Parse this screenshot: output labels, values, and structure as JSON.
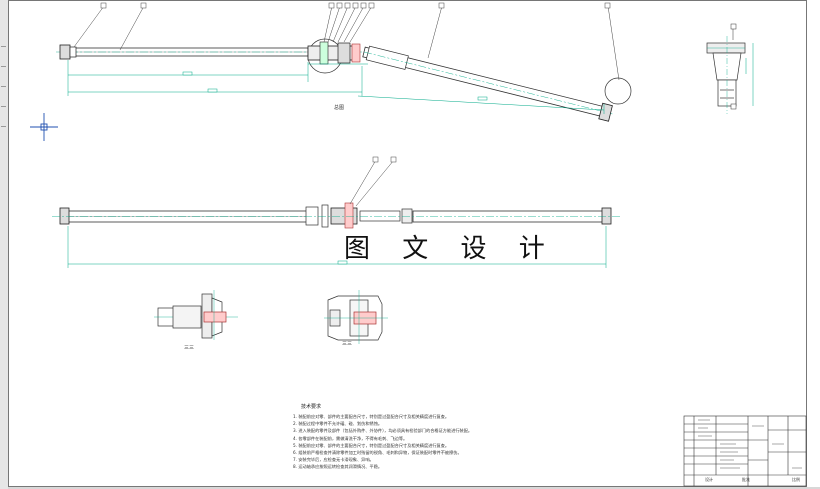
{
  "drawing": {
    "watermark": "图 文 设 计",
    "view_captions": {
      "assembly_view": "总图",
      "detail_front": "三三",
      "detail_side": "三三"
    },
    "technical_requirements": {
      "title": "技术要求",
      "notes": [
        "1. 装配前应对零、部件的主要配合尺寸，特别是过盈配合尺寸及相关精度进行复查。",
        "2. 装配过程中零件不允许磕、碰、划伤和锈蚀。",
        "3. 进入装配的零件及部件（包括外购件、外协件），均必须具有检验部门的合格证方能进行装配。",
        "4. 各零部件在装配前，需做清洗干净，不得有毛刺、飞边等。",
        "5. 装配前应对零、部件的主要配合尺寸，特别是过盈配合尺寸及相关精度进行复查。",
        "6. 组装前严格检查并清除零件加工时残留的锐角、毛刺和异物，保证装配时零件不被擦伤。",
        "7. 安装完毕后，应检查无卡滞现象、异响。",
        "8. 运动轴承应按照运转检查其润滑情况、平稳。"
      ]
    },
    "title_block": {
      "label_designer": "设计",
      "label_approve": "批准",
      "label_scale": "比例"
    }
  }
}
